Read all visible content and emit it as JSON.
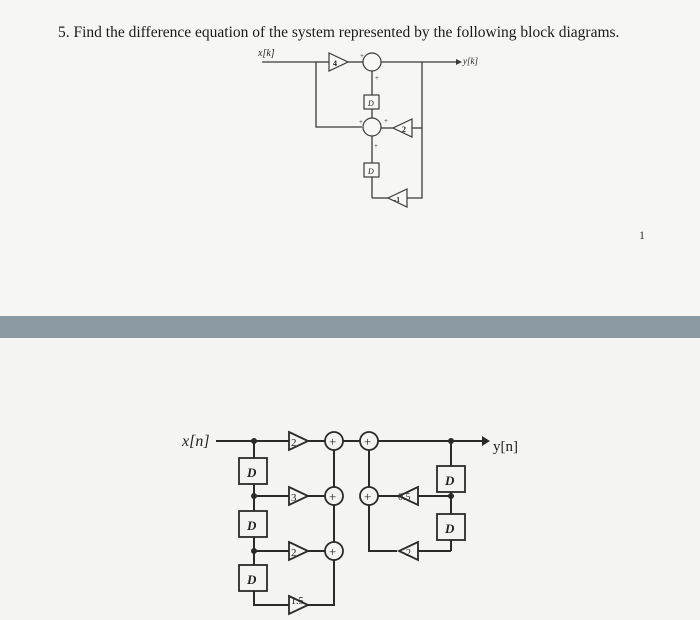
{
  "question": "5.  Find the difference equation of the system represented by the following block diagrams.",
  "page_number": "1",
  "diagram1": {
    "input_label": "x[k]",
    "output_label": "y[k]",
    "gain_top": "4",
    "gain_feedback": "2",
    "gain_bottom": "-1",
    "delay_label": "D",
    "sign_plus": "+"
  },
  "diagram2": {
    "input_label": "x[n]",
    "output_label": "y[n]",
    "delay_label": "D",
    "gains": {
      "g1": "2",
      "g2": "3",
      "g3": "2",
      "g4": "1.5",
      "g5": "0.5",
      "g6": "2"
    },
    "adder_symbol": "+"
  }
}
